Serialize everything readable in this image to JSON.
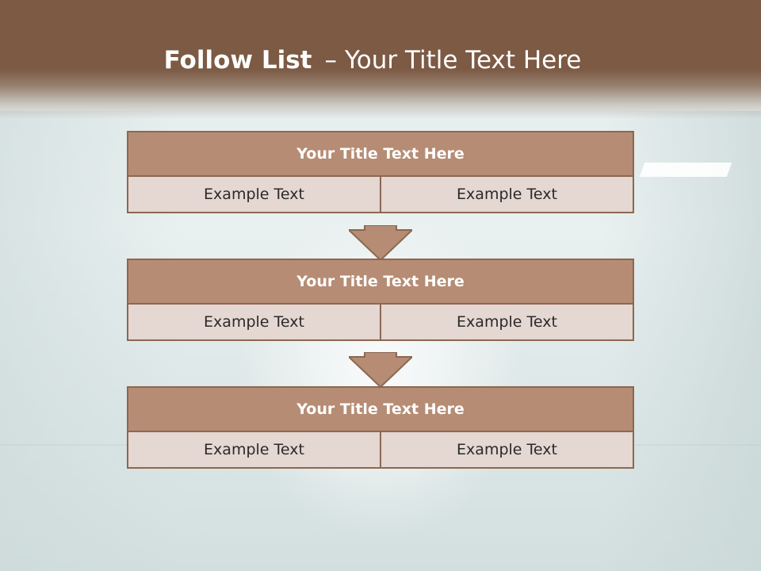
{
  "slide": {
    "title_bold": "Follow List",
    "title_dash": "–",
    "title_rest": "Your Title Text Here"
  },
  "blocks": [
    {
      "title": "Your Title Text Here",
      "left": "Example Text",
      "right": "Example Text"
    },
    {
      "title": "Your Title Text Here",
      "left": "Example Text",
      "right": "Example Text"
    },
    {
      "title": "Your Title Text Here",
      "left": "Example Text",
      "right": "Example Text"
    }
  ],
  "colors": {
    "header": "#7c5a44",
    "block_head": "#b68c74",
    "block_cell": "#e5d7d2",
    "border": "#8b6852",
    "arrow": "#b68c74"
  }
}
